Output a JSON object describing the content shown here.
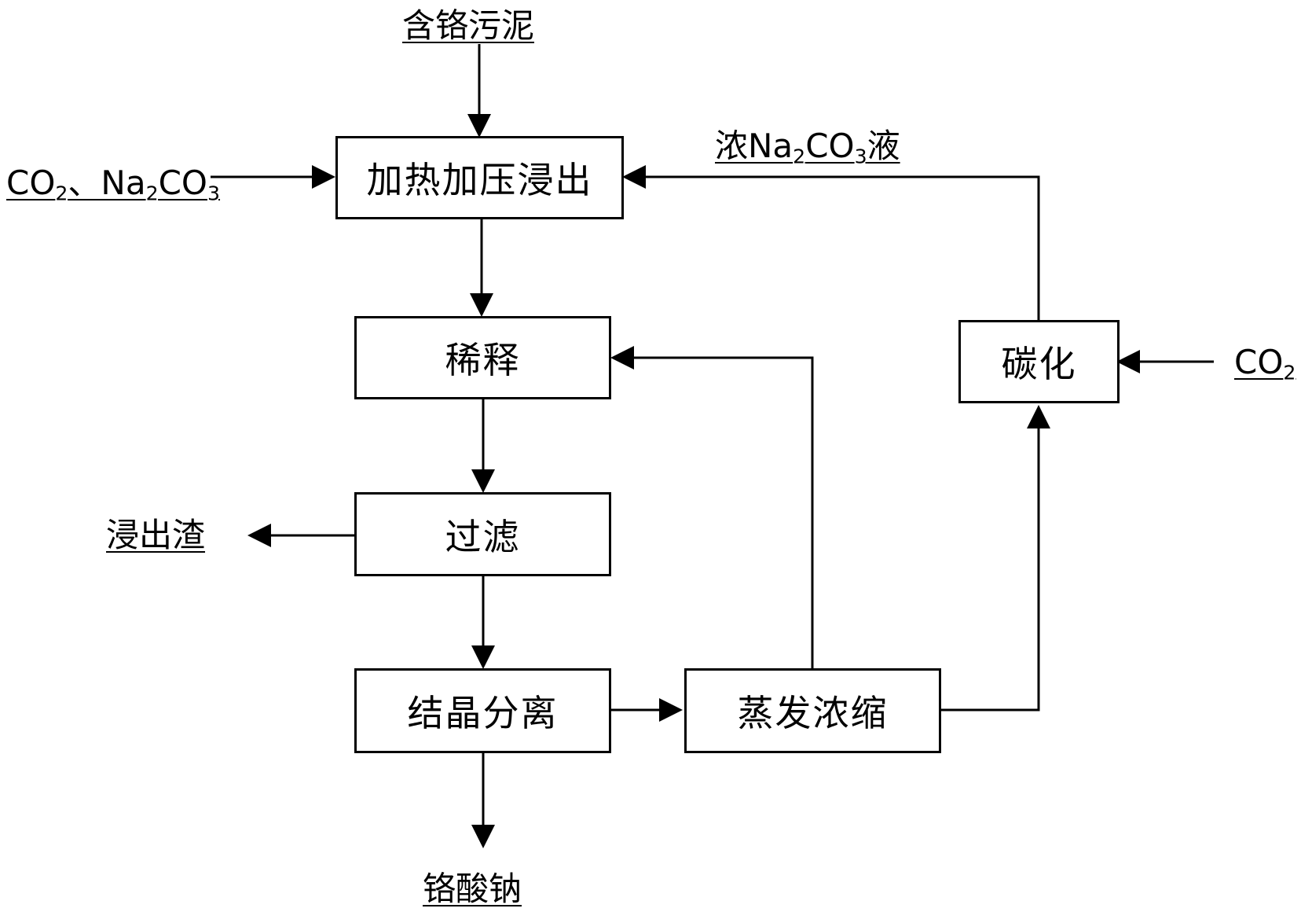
{
  "nodes": {
    "leach": "加热加压浸出",
    "dilute": "稀释",
    "filter": "过滤",
    "crystallize": "结晶分离",
    "evaporate": "蒸发浓缩",
    "carbonize": "碳化"
  },
  "labels": {
    "sludge": "含铬污泥",
    "leach_reagents": {
      "co": "CO",
      "co_sub": "2",
      "sep": "、Na",
      "na_sub": "2",
      "co3": "CO",
      "co3_sub": "3"
    },
    "recycle_liquor": {
      "prefix": "浓Na",
      "na_sub": "2",
      "mid": "CO",
      "co3_sub": "3",
      "suffix": "液"
    },
    "residue": "浸出渣",
    "product": "铬酸钠",
    "co2": {
      "co": "CO",
      "sub": "2"
    }
  }
}
